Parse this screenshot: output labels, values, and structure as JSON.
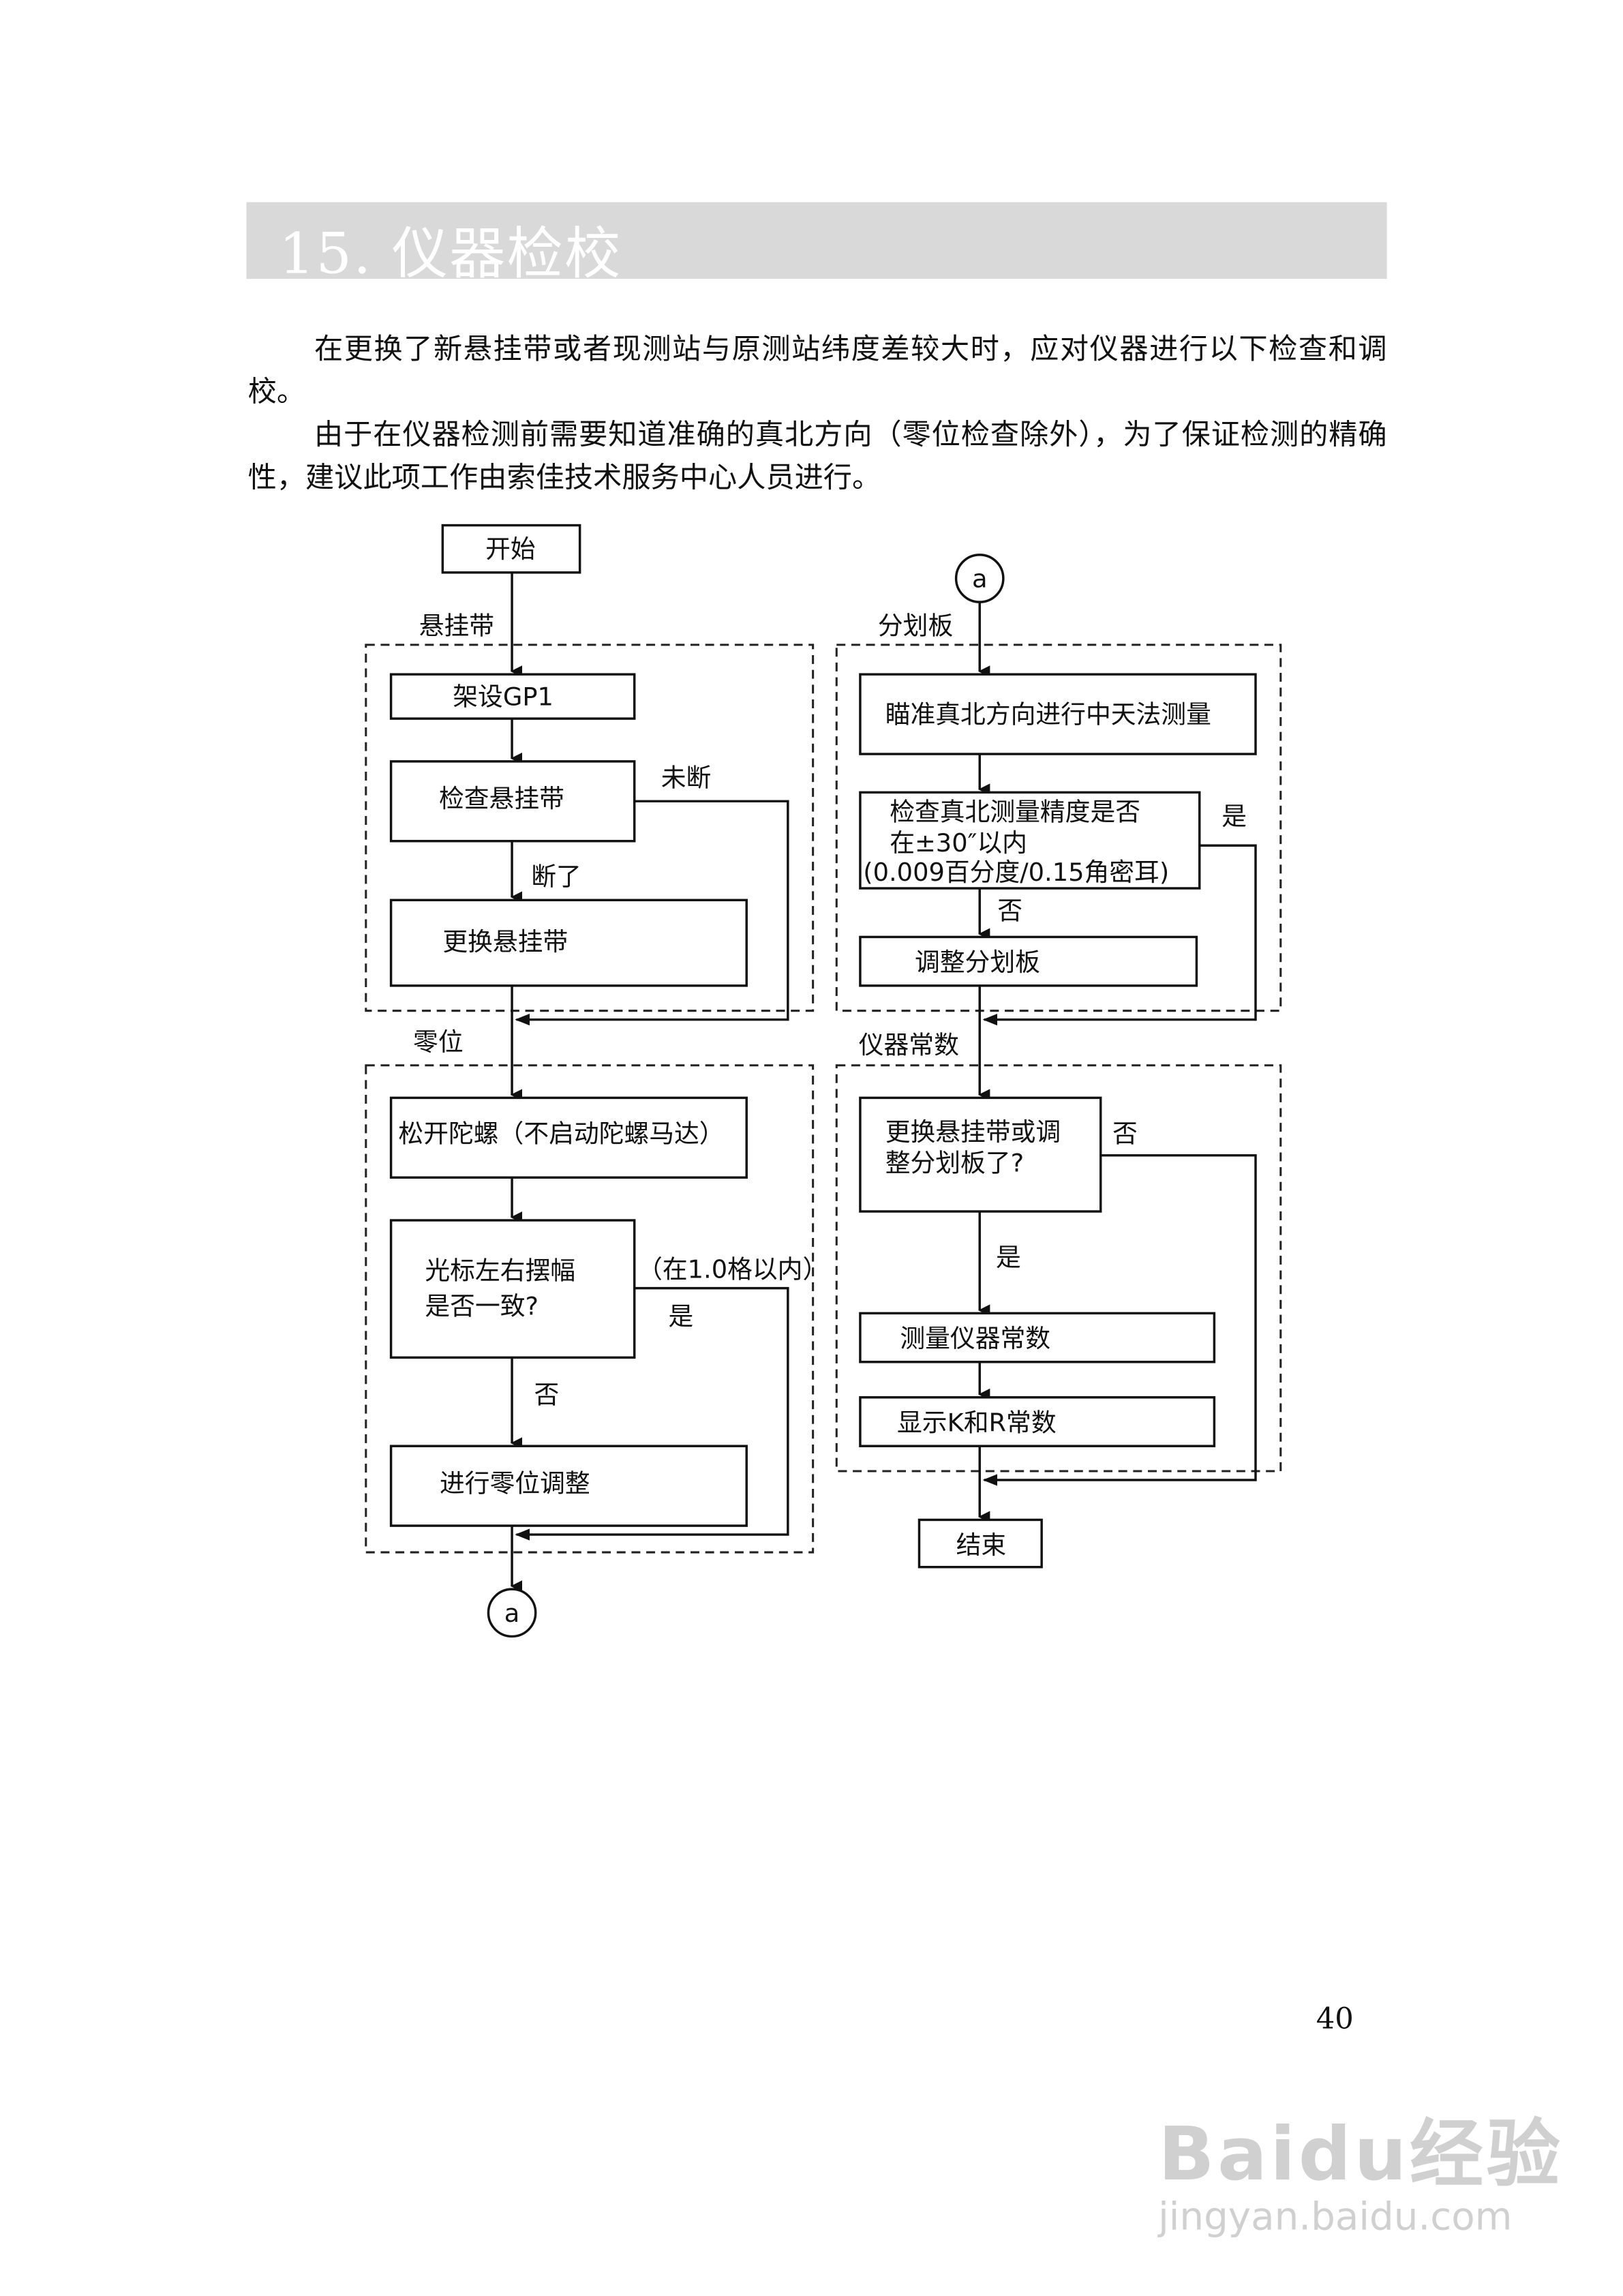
{
  "section_title": "15. 仪器检校",
  "paragraphs": [
    "在更换了新悬挂带或者现测站与原测站纬度差较大时，应对仪器进行以下检查和调校。",
    "由于在仪器检测前需要知道准确的真北方向（零位检查除外），为了保证检测的精确性，建议此项工作由索佳技术服务中心人员进行。"
  ],
  "flowchart": {
    "start": "开始",
    "end": "结束",
    "connector": "a",
    "groups": {
      "strap": {
        "label": "悬挂带",
        "setup": "架设GP1",
        "check": "检查悬挂带",
        "not_broken": "未断",
        "broken": "断了",
        "replace": "更换悬挂带"
      },
      "zero": {
        "label": "零位",
        "loosen": "松开陀螺（不启动陀螺马达）",
        "check_line1": "光标左右摆幅",
        "check_line2": "是否一致?",
        "condition": "（在1.0格以内）",
        "yes": "是",
        "no": "否",
        "adjust": "进行零位调整"
      },
      "reticle": {
        "label": "分划板",
        "aim": "瞄准真北方向进行中天法测量",
        "check_line1": "检查真北测量精度是否",
        "check_line2": "在±30″以内",
        "check_line3": "(0.009百分度/0.15角密耳)",
        "yes": "是",
        "no": "否",
        "adjust": "调整分划板"
      },
      "constant": {
        "label": "仪器常数",
        "question_line1": "更换悬挂带或调",
        "question_line2": "整分划板了?",
        "yes": "是",
        "no": "否",
        "measure": "测量仪器常数",
        "display": "显示K和R常数"
      }
    }
  },
  "page_number": "40",
  "watermark": {
    "brand": "Baidu经验",
    "url": "jingyan.baidu.com"
  }
}
